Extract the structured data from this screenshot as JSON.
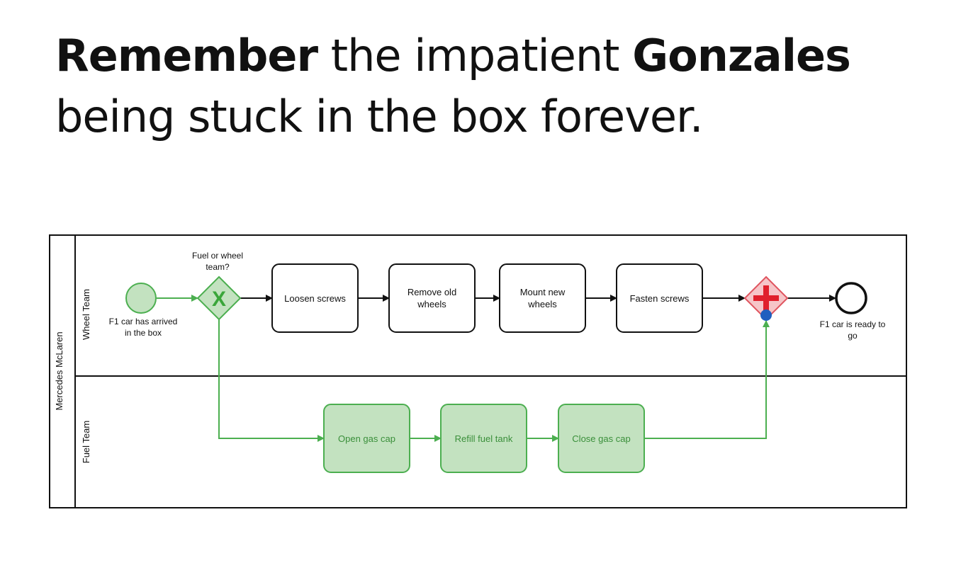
{
  "heading": {
    "line1_bold_a": "Remember",
    "line1_regular": " the impatient ",
    "line1_bold_b": "Gonzales",
    "line2": "being stuck in the box forever."
  },
  "pool": {
    "label": "Mercedes McLaren"
  },
  "lanes": {
    "wheel": "Wheel Team",
    "fuel": "Fuel Team"
  },
  "events": {
    "start_label_line1": "F1 car has arrived",
    "start_label_line2": "in the box",
    "end_label_line1": "F1 car is ready to",
    "end_label_line2": "go"
  },
  "gateways": {
    "split_label_line1": "Fuel or wheel",
    "split_label_line2": "team?",
    "split_symbol": "X",
    "join_symbol": "+"
  },
  "tasks": {
    "loosen": [
      "Loosen screws"
    ],
    "remove": [
      "Remove old",
      "wheels"
    ],
    "mount": [
      "Mount new",
      "wheels"
    ],
    "fasten": [
      "Fasten screws"
    ],
    "open_gas": [
      "Open gas cap"
    ],
    "refill": [
      "Refill fuel tank"
    ],
    "close_gas": [
      "Close gas cap"
    ]
  },
  "colors": {
    "active_fill": "#c3e2c0",
    "active_stroke": "#4caf50",
    "active_text": "#3a8f3a",
    "join_fill": "#f6c5c8",
    "join_stroke": "#e05560",
    "join_symbol": "#e0202c",
    "marker_dot": "#1f5fbf",
    "line": "#111111"
  }
}
